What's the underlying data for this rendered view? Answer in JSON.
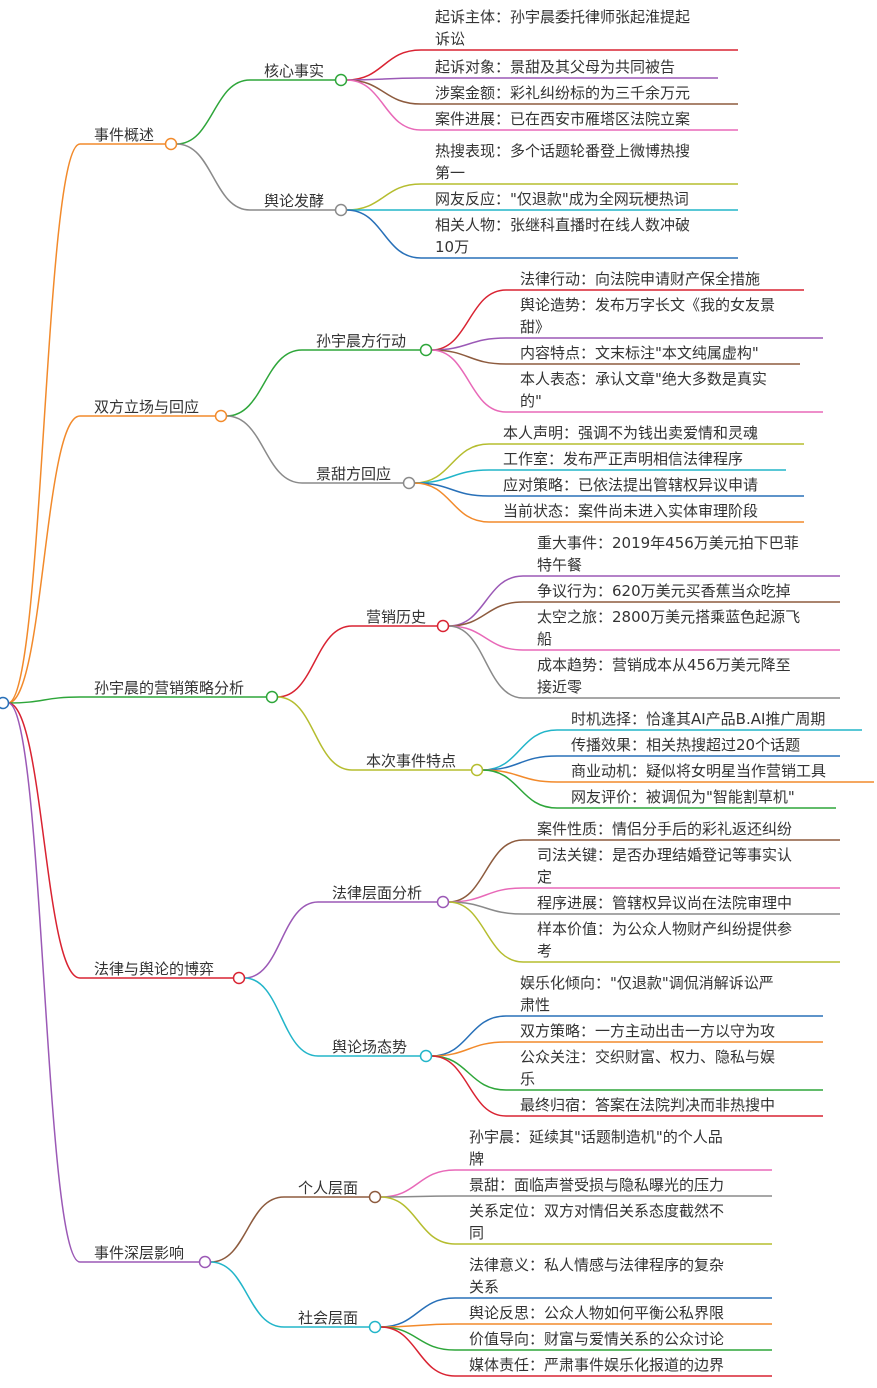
{
  "mindmap": {
    "branches": [
      {
        "label": "事件概述",
        "color": "#f28a2b",
        "children": [
          {
            "label": "核心事实",
            "color": "#2ea63a",
            "leaves": [
              {
                "text": "起诉主体：孙宇晨委托律师张起淮提起诉讼",
                "color": "#d92332"
              },
              {
                "text": "起诉对象：景甜及其父母为共同被告",
                "color": "#9b59b6"
              },
              {
                "text": "涉案金额：彩礼纠纷标的为三千余万元",
                "color": "#8d5b3e"
              },
              {
                "text": "案件进展：已在西安市雁塔区法院立案",
                "color": "#e869b8"
              }
            ]
          },
          {
            "label": "舆论发酵",
            "color": "#8a8a8a",
            "leaves": [
              {
                "text": "热搜表现：多个话题轮番登上微博热搜第一",
                "color": "#b5bd2f"
              },
              {
                "text": "网友反应：\"仅退款\"成为全网玩梗热词",
                "color": "#22b5c9"
              },
              {
                "text": "相关人物：张继科直播时在线人数冲破10万",
                "color": "#2870b8"
              }
            ]
          }
        ]
      },
      {
        "label": "双方立场与回应",
        "color": "#f28a2b",
        "children": [
          {
            "label": "孙宇晨方行动",
            "color": "#2ea63a",
            "leaves": [
              {
                "text": "法律行动：向法院申请财产保全措施",
                "color": "#d92332"
              },
              {
                "text": "舆论造势：发布万字长文《我的女友景甜》",
                "color": "#9b59b6"
              },
              {
                "text": "内容特点：文末标注\"本文纯属虚构\"",
                "color": "#8d5b3e"
              },
              {
                "text": "本人表态：承认文章\"绝大多数是真实的\"",
                "color": "#e869b8"
              }
            ]
          },
          {
            "label": "景甜方回应",
            "color": "#8a8a8a",
            "leaves": [
              {
                "text": "本人声明：强调不为钱出卖爱情和灵魂",
                "color": "#b5bd2f"
              },
              {
                "text": "工作室：发布严正声明相信法律程序",
                "color": "#22b5c9"
              },
              {
                "text": "应对策略：已依法提出管辖权异议申请",
                "color": "#2870b8"
              },
              {
                "text": "当前状态：案件尚未进入实体审理阶段",
                "color": "#f28a2b"
              }
            ]
          }
        ]
      },
      {
        "label": "孙宇晨的营销策略分析",
        "color": "#2ea63a",
        "children": [
          {
            "label": "营销历史",
            "color": "#d92332",
            "leaves": [
              {
                "text": "重大事件：2019年456万美元拍下巴菲特午餐",
                "color": "#9b59b6"
              },
              {
                "text": "争议行为：620万美元买香蕉当众吃掉",
                "color": "#8d5b3e"
              },
              {
                "text": "太空之旅：2800万美元搭乘蓝色起源飞船",
                "color": "#e869b8"
              },
              {
                "text": "成本趋势：营销成本从456万美元降至接近零",
                "color": "#8a8a8a"
              }
            ]
          },
          {
            "label": "本次事件特点",
            "color": "#b5bd2f",
            "leaves": [
              {
                "text": "时机选择：恰逢其AI产品B.AI推广周期",
                "color": "#22b5c9"
              },
              {
                "text": "传播效果：相关热搜超过20个话题",
                "color": "#2870b8"
              },
              {
                "text": "商业动机：疑似将女明星当作营销工具",
                "color": "#f28a2b"
              },
              {
                "text": "网友评价：被调侃为\"智能割草机\"",
                "color": "#2ea63a"
              }
            ]
          }
        ]
      },
      {
        "label": "法律与舆论的博弈",
        "color": "#d92332",
        "children": [
          {
            "label": "法律层面分析",
            "color": "#9b59b6",
            "leaves": [
              {
                "text": "案件性质：情侣分手后的彩礼返还纠纷",
                "color": "#8d5b3e"
              },
              {
                "text": "司法关键：是否办理结婚登记等事实认定",
                "color": "#e869b8"
              },
              {
                "text": "程序进展：管辖权异议尚在法院审理中",
                "color": "#8a8a8a"
              },
              {
                "text": "样本价值：为公众人物财产纠纷提供参考",
                "color": "#b5bd2f"
              }
            ]
          },
          {
            "label": "舆论场态势",
            "color": "#22b5c9",
            "leaves": [
              {
                "text": "娱乐化倾向：\"仅退款\"调侃消解诉讼严肃性",
                "color": "#2870b8"
              },
              {
                "text": "双方策略：一方主动出击一方以守为攻",
                "color": "#f28a2b"
              },
              {
                "text": "公众关注：交织财富、权力、隐私与娱乐",
                "color": "#2ea63a"
              },
              {
                "text": "最终归宿：答案在法院判决而非热搜中",
                "color": "#d92332"
              }
            ]
          }
        ]
      },
      {
        "label": "事件深层影响",
        "color": "#9b59b6",
        "children": [
          {
            "label": "个人层面",
            "color": "#8d5b3e",
            "leaves": [
              {
                "text": "孙宇晨：延续其\"话题制造机\"的个人品牌",
                "color": "#e869b8"
              },
              {
                "text": "景甜：面临声誉受损与隐私曝光的压力",
                "color": "#8a8a8a"
              },
              {
                "text": "关系定位：双方对情侣关系态度截然不同",
                "color": "#b5bd2f"
              }
            ]
          },
          {
            "label": "社会层面",
            "color": "#22b5c9",
            "leaves": [
              {
                "text": "法律意义：私人情感与法律程序的复杂关系",
                "color": "#2870b8"
              },
              {
                "text": "舆论反思：公众人物如何平衡公私界限",
                "color": "#f28a2b"
              },
              {
                "text": "价值导向：财富与爱情关系的公众讨论",
                "color": "#2ea63a"
              },
              {
                "text": "媒体责任：严肃事件娱乐化报道的边界",
                "color": "#d92332"
              }
            ]
          }
        ]
      }
    ]
  }
}
